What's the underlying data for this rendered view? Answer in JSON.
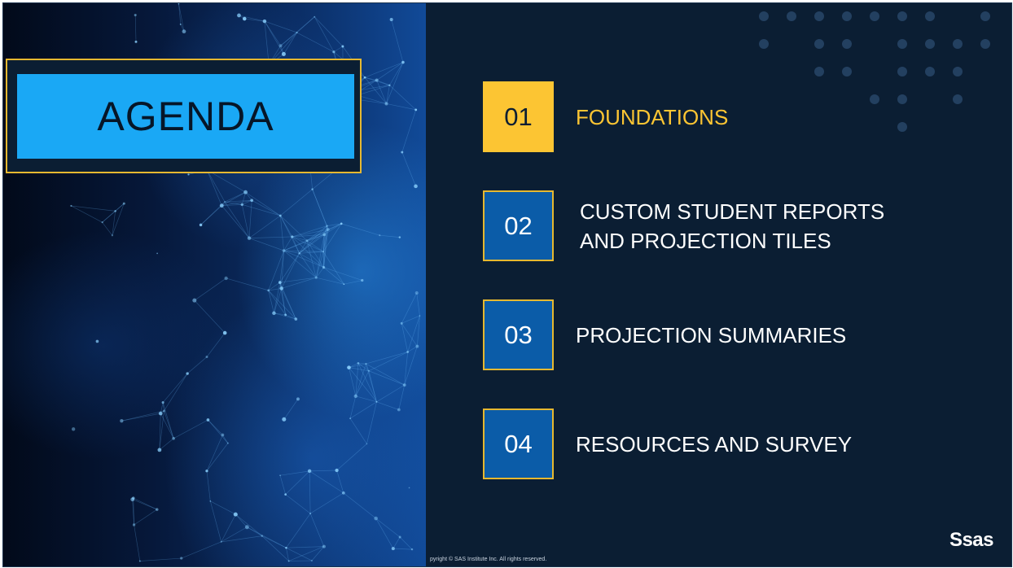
{
  "slide": {
    "title": "AGENDA",
    "items": [
      {
        "number": "01",
        "label": "FOUNDATIONS",
        "active": true
      },
      {
        "number": "02",
        "label_line1": "CUSTOM STUDENT REPORTS",
        "label_line2": "AND PROJECTION TILES",
        "active": false
      },
      {
        "number": "03",
        "label": "PROJECTION SUMMARIES",
        "active": false
      },
      {
        "number": "04",
        "label": "RESOURCES AND SURVEY",
        "active": false
      }
    ],
    "copyright": "pyright © SAS Institute Inc. All rights reserved.",
    "logo": "Ssas"
  },
  "colors": {
    "background": "#0b1e33",
    "accent_yellow": "#fcc533",
    "accent_blue": "#1aa8f5",
    "box_blue": "#0b5ca8"
  },
  "icons": [
    "network-background-image",
    "decorative-dot-grid",
    "sas-logo"
  ]
}
